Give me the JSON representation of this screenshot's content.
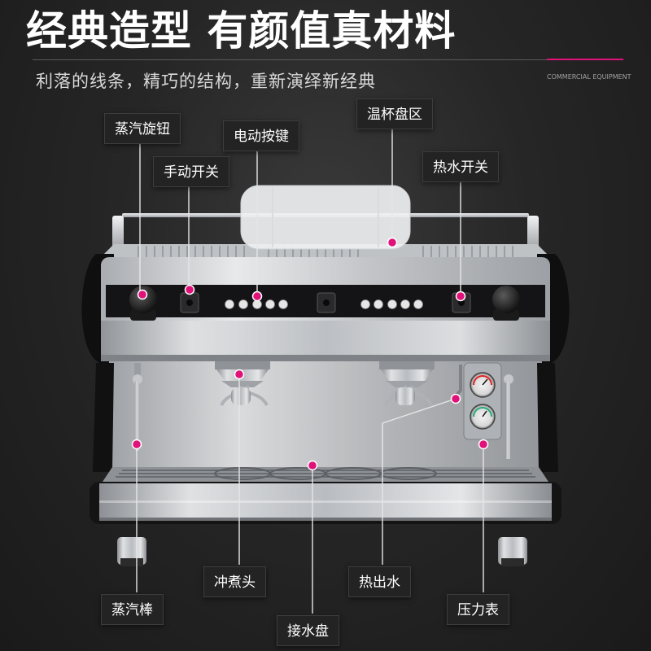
{
  "header": {
    "title": "经典造型 有颜值真材料",
    "subtitle": "利落的线条，精巧的结构，重新演绎新经典",
    "brand_tag": "COMMERCIAL EQUIPMENT"
  },
  "callouts": {
    "steam_knob": "蒸汽旋钮",
    "electric_buttons": "电动按键",
    "cup_warmer": "温杯盘区",
    "manual_switch": "手动开关",
    "hot_water_switch": "热水开关",
    "brew_head": "冲煮头",
    "hot_water_outlet": "热出水",
    "steam_wand": "蒸汽棒",
    "pressure_gauge": "压力表",
    "drip_tray": "接水盘"
  },
  "colors": {
    "accent": "#e0127a",
    "background": "#262626",
    "steel": "#c9cbce"
  }
}
